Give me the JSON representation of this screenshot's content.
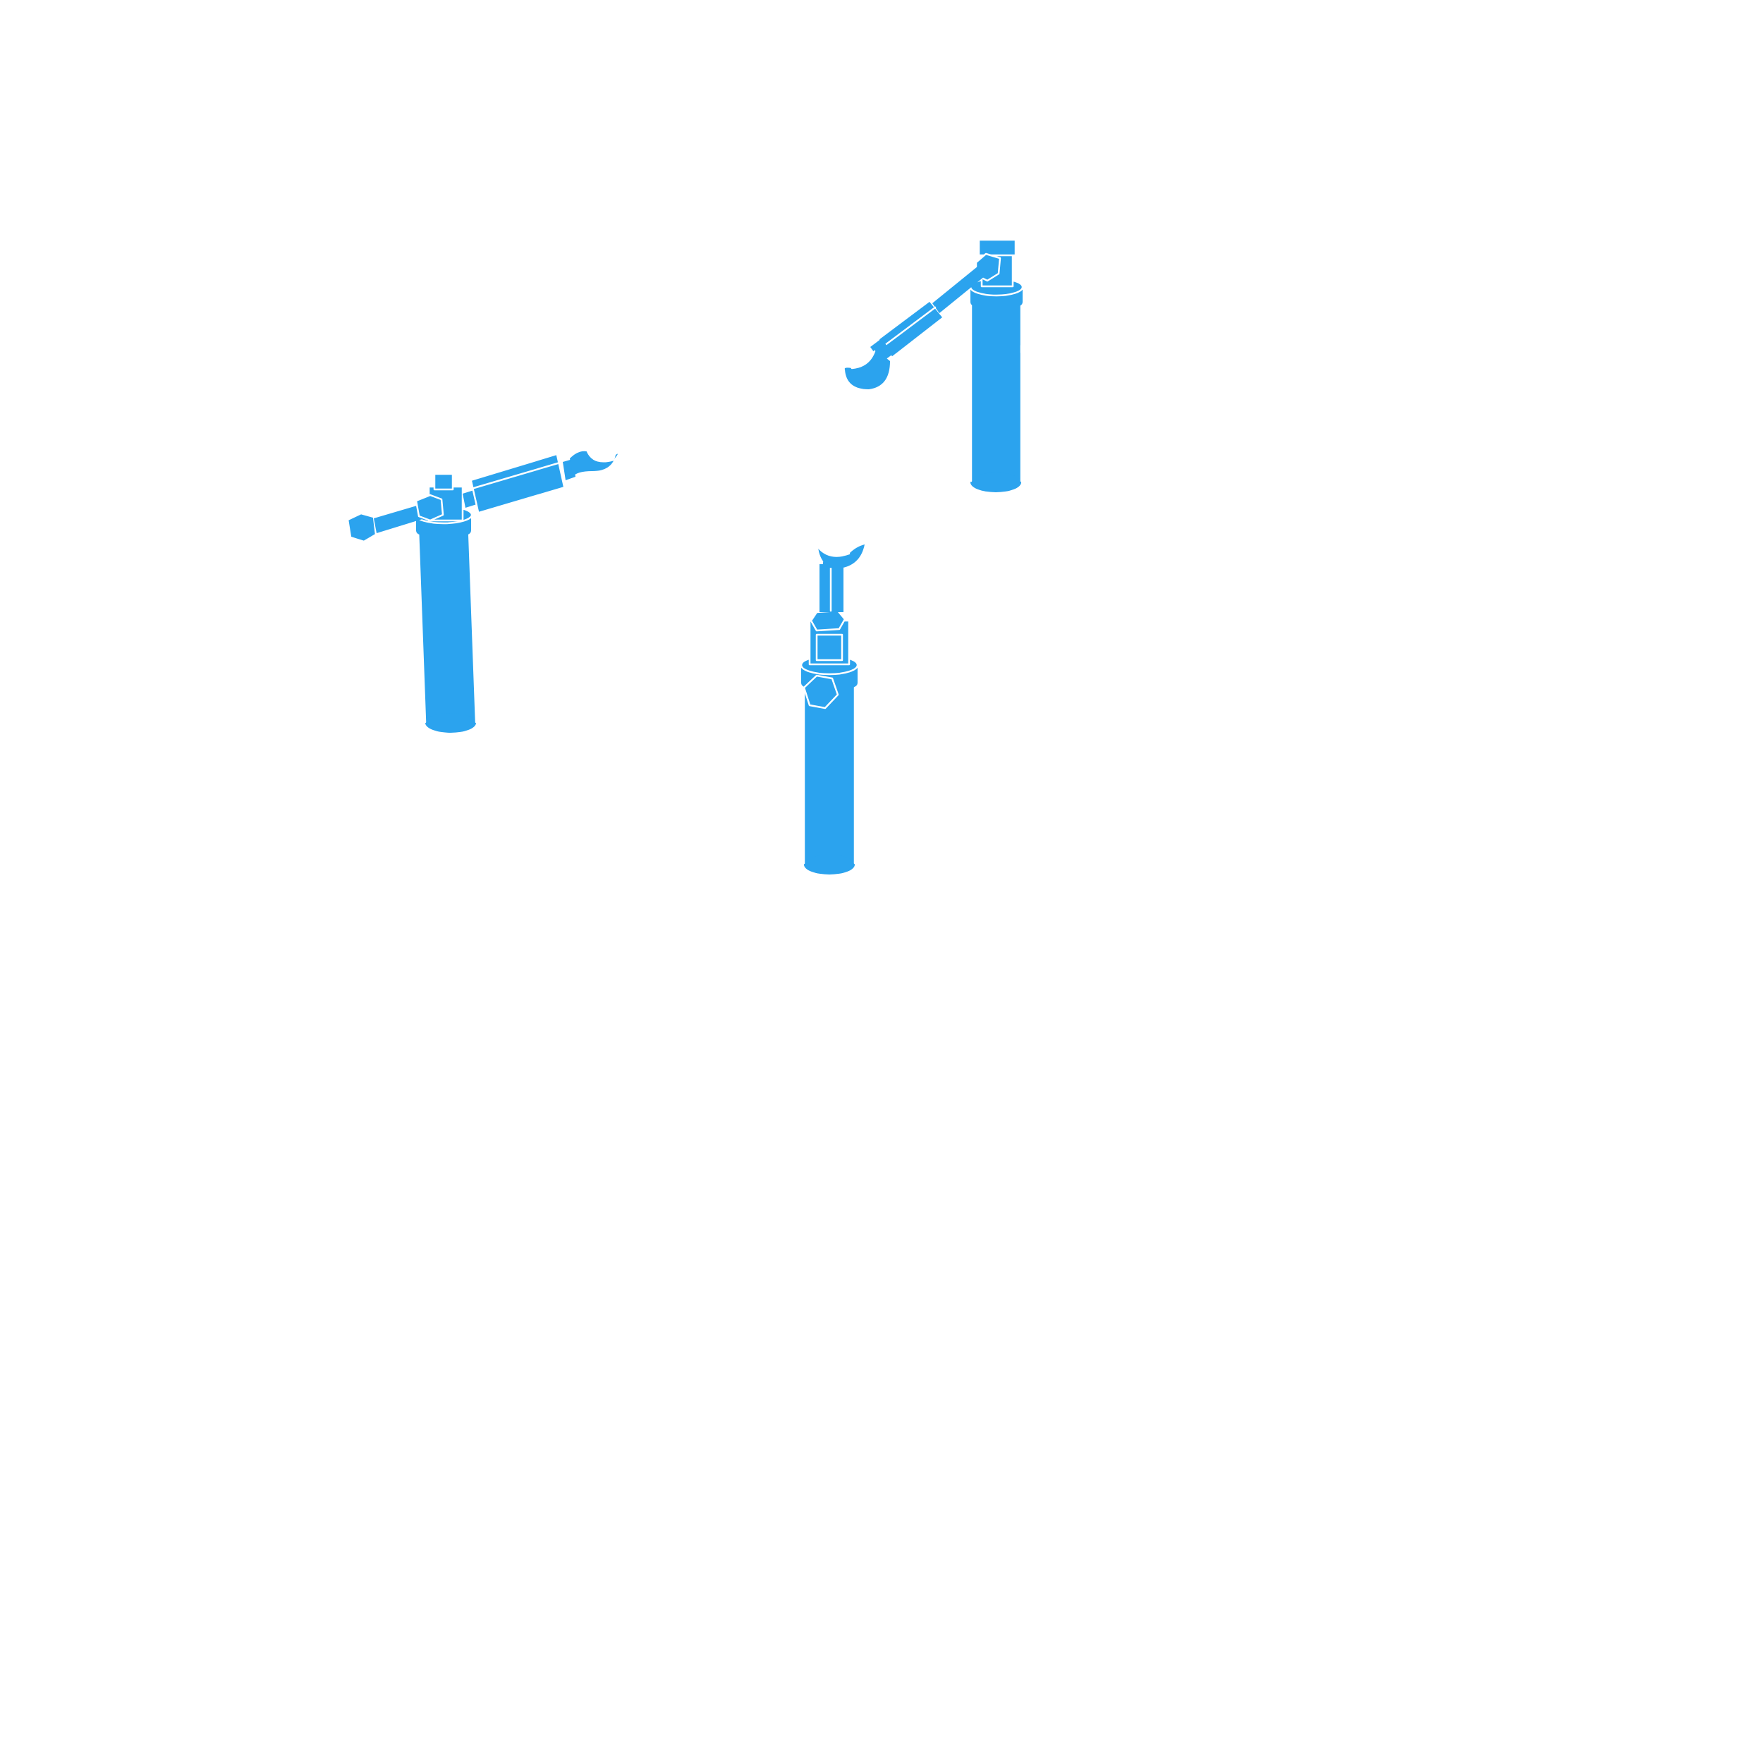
{
  "diagram": {
    "kind": "isometric-line-drawing",
    "fill_color": "#2BA3EE",
    "edge_color": "#FFFFFF",
    "background_color": "#FFFFFF",
    "parts": [
      {
        "name": "support-post-left",
        "arm": "horizontal-right"
      },
      {
        "name": "support-post-center",
        "arm": "vertical-up"
      },
      {
        "name": "support-post-right",
        "arm": "diagonal-down-left"
      }
    ]
  }
}
